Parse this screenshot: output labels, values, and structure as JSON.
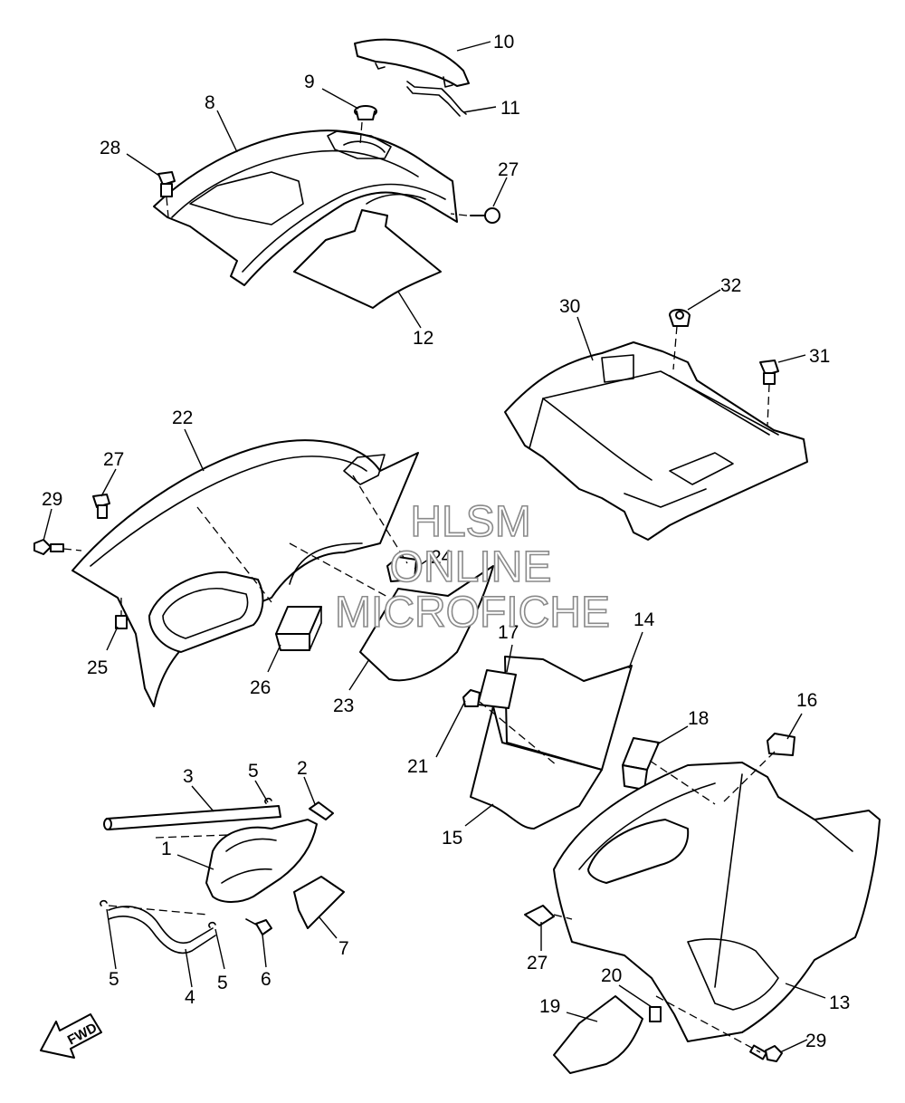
{
  "watermark": {
    "line1": "HLSM",
    "line2": "ONLINE",
    "line3": "MICROFICHE"
  },
  "direction_indicator": "FWD",
  "callouts": {
    "c1": "1",
    "c2": "2",
    "c3": "3",
    "c4": "4",
    "c5a": "5",
    "c5b": "5",
    "c5c": "5",
    "c6": "6",
    "c7": "7",
    "c8": "8",
    "c9": "9",
    "c10": "10",
    "c11": "11",
    "c12": "12",
    "c13": "13",
    "c14": "14",
    "c15": "15",
    "c16": "16",
    "c17": "17",
    "c18": "18",
    "c19": "19",
    "c20": "20",
    "c21": "21",
    "c22": "22",
    "c23": "23",
    "c24": "24",
    "c25": "25",
    "c26": "26",
    "c27a": "27",
    "c27b": "27",
    "c27c": "27",
    "c28": "28",
    "c29a": "29",
    "c29b": "29",
    "c30": "30",
    "c31": "31",
    "c32": "32"
  }
}
